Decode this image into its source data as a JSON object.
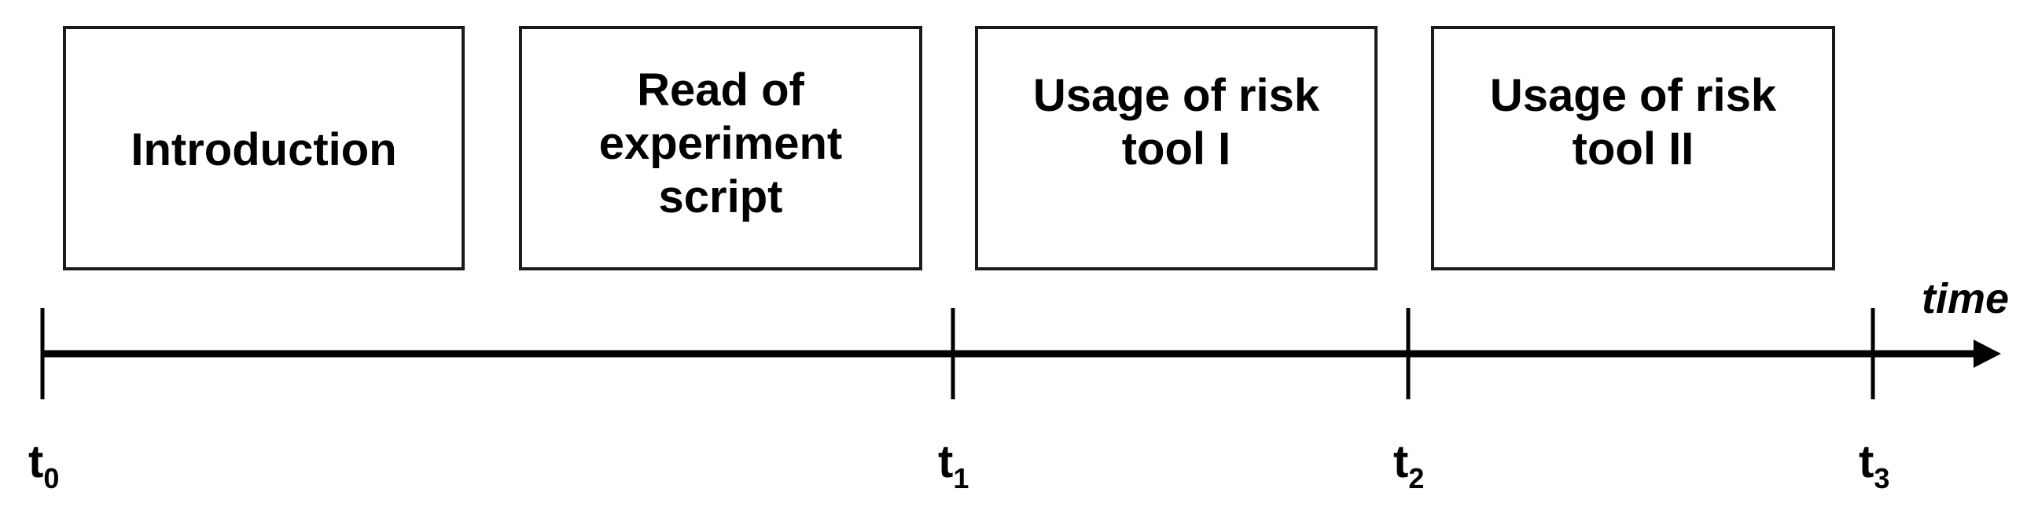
{
  "phases": [
    {
      "label": "Introduction"
    },
    {
      "label": "Read of\nexperiment\nscript"
    },
    {
      "label": "Usage of risk\ntool I"
    },
    {
      "label": "Usage of risk\ntool II"
    }
  ],
  "timeline": {
    "axis_label": "time",
    "ticks": [
      {
        "base": "t",
        "sub": "0"
      },
      {
        "base": "t",
        "sub": "1"
      },
      {
        "base": "t",
        "sub": "2"
      },
      {
        "base": "t",
        "sub": "3"
      }
    ]
  }
}
